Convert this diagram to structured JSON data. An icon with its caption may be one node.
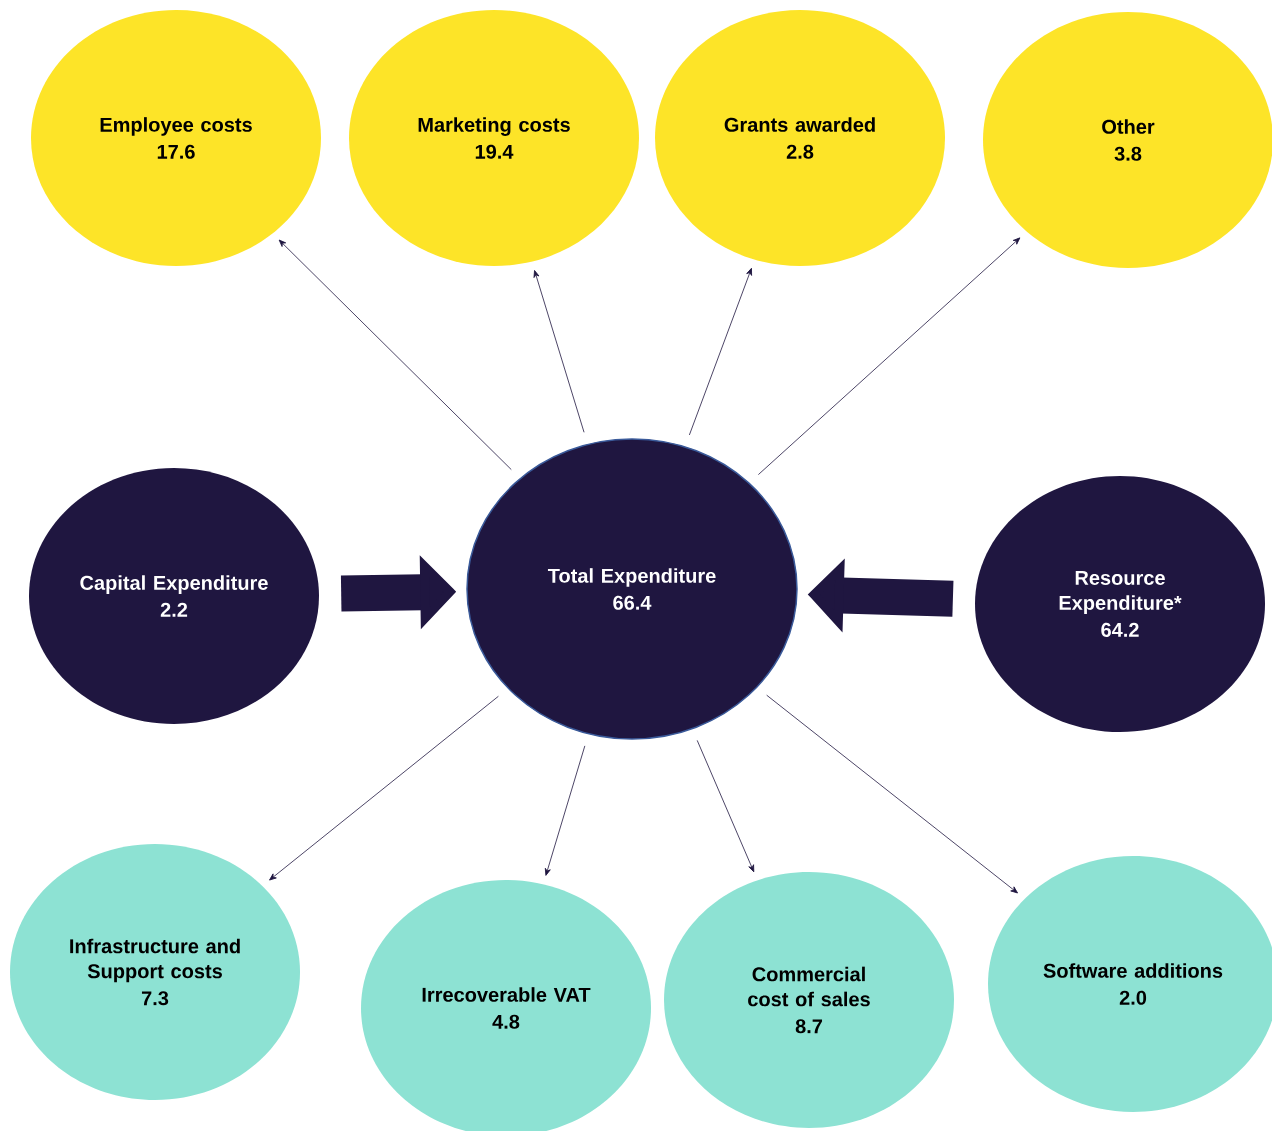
{
  "diagram": {
    "nodes": [
      {
        "text": [
          "Employee costs",
          "17.6"
        ]
      },
      {
        "text": [
          "Marketing costs",
          "19.4"
        ]
      },
      {
        "text": [
          "Grants awarded",
          "2.8"
        ]
      },
      {
        "text": [
          "Other",
          "3.8"
        ]
      },
      {
        "text": [
          "Capital Expenditure",
          "2.2"
        ]
      },
      {
        "text": [
          "Total Expenditure",
          "66.4"
        ]
      },
      {
        "text": [
          "Resource Expenditure*",
          "64.2"
        ]
      },
      {
        "text": [
          "Infrastructure and Support costs",
          "7.3"
        ]
      },
      {
        "text": [
          "Irrecoverable VAT",
          "4.8"
        ]
      },
      {
        "text": [
          "Commercial cost of sales",
          "8.7"
        ]
      },
      {
        "text": [
          "Software additions",
          "2.0"
        ]
      }
    ],
    "edges": [
      {
        "from": 5,
        "to": 0,
        "arrow": "to"
      },
      {
        "from": 5,
        "to": 1,
        "arrow": "to"
      },
      {
        "from": 5,
        "to": 2,
        "arrow": "to"
      },
      {
        "from": 5,
        "to": 3,
        "arrow": "to"
      },
      {
        "from": 4,
        "to": 5,
        "arrow": "to",
        "style": "thick"
      },
      {
        "from": 6,
        "to": 5,
        "arrow": "to",
        "style": "thick"
      },
      {
        "from": 5,
        "to": 7,
        "arrow": "to"
      },
      {
        "from": 5,
        "to": 8,
        "arrow": "to"
      },
      {
        "from": 5,
        "to": 9,
        "arrow": "to"
      },
      {
        "from": 5,
        "to": 10,
        "arrow": "to"
      }
    ]
  }
}
